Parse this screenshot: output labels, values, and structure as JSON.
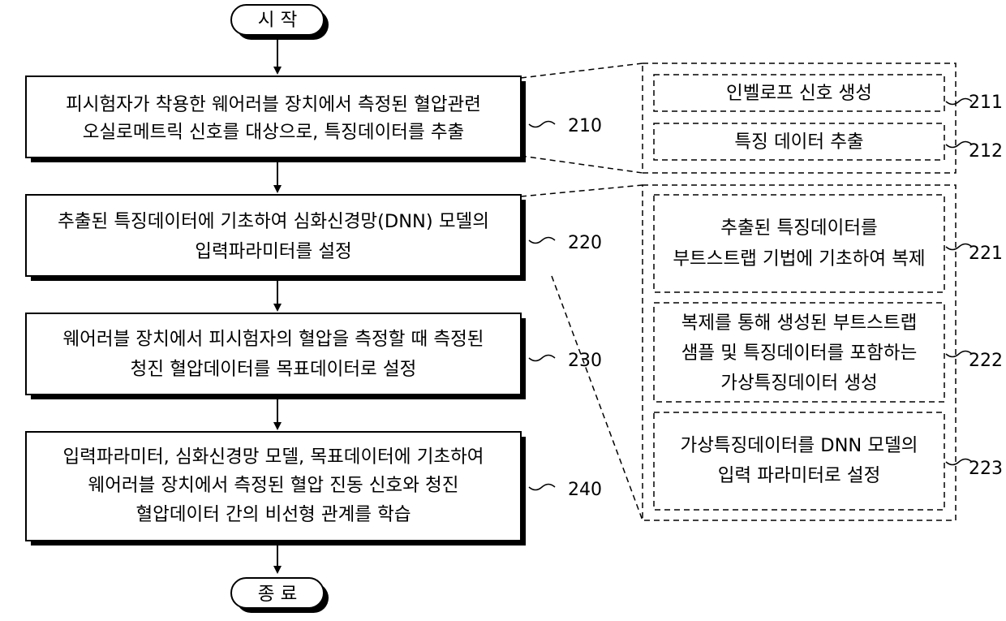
{
  "start": "시 작",
  "end": "종 료",
  "steps": [
    {
      "id": "210",
      "lines": [
        "피시험자가 착용한 웨어러블 장치에서 측정된 혈압관련",
        "오실로메트릭 신호를 대상으로, 특징데이터를 추출"
      ]
    },
    {
      "id": "220",
      "lines": [
        "추출된 특징데이터에 기초하여 심화신경망(DNN) 모델의",
        "입력파라미터를 설정"
      ]
    },
    {
      "id": "230",
      "lines": [
        "웨어러블 장치에서 피시험자의 혈압을 측정할 때 측정된",
        "청진 혈압데이터를 목표데이터로 설정"
      ]
    },
    {
      "id": "240",
      "lines": [
        "입력파라미터, 심화신경망 모델, 목표데이터에 기초하여",
        "웨어러블 장치에서 측정된 혈압 진동 신호와 청진",
        "혈압데이터 간의 비선형 관계를 학습"
      ]
    }
  ],
  "substeps_210": [
    {
      "id": "211",
      "lines": [
        "인벨로프 신호 생성"
      ]
    },
    {
      "id": "212",
      "lines": [
        "특징 데이터 추출"
      ]
    }
  ],
  "substeps_220": [
    {
      "id": "221",
      "lines": [
        "추출된 특징데이터를",
        "부트스트랩 기법에 기초하여 복제"
      ]
    },
    {
      "id": "222",
      "lines": [
        "복제를 통해 생성된 부트스트랩",
        "샘플 및 특징데이터를 포함하는",
        "가상특징데이터 생성"
      ]
    },
    {
      "id": "223",
      "lines": [
        "가상특징데이터를 DNN 모델의",
        "입력 파라미터로 설정"
      ]
    }
  ]
}
